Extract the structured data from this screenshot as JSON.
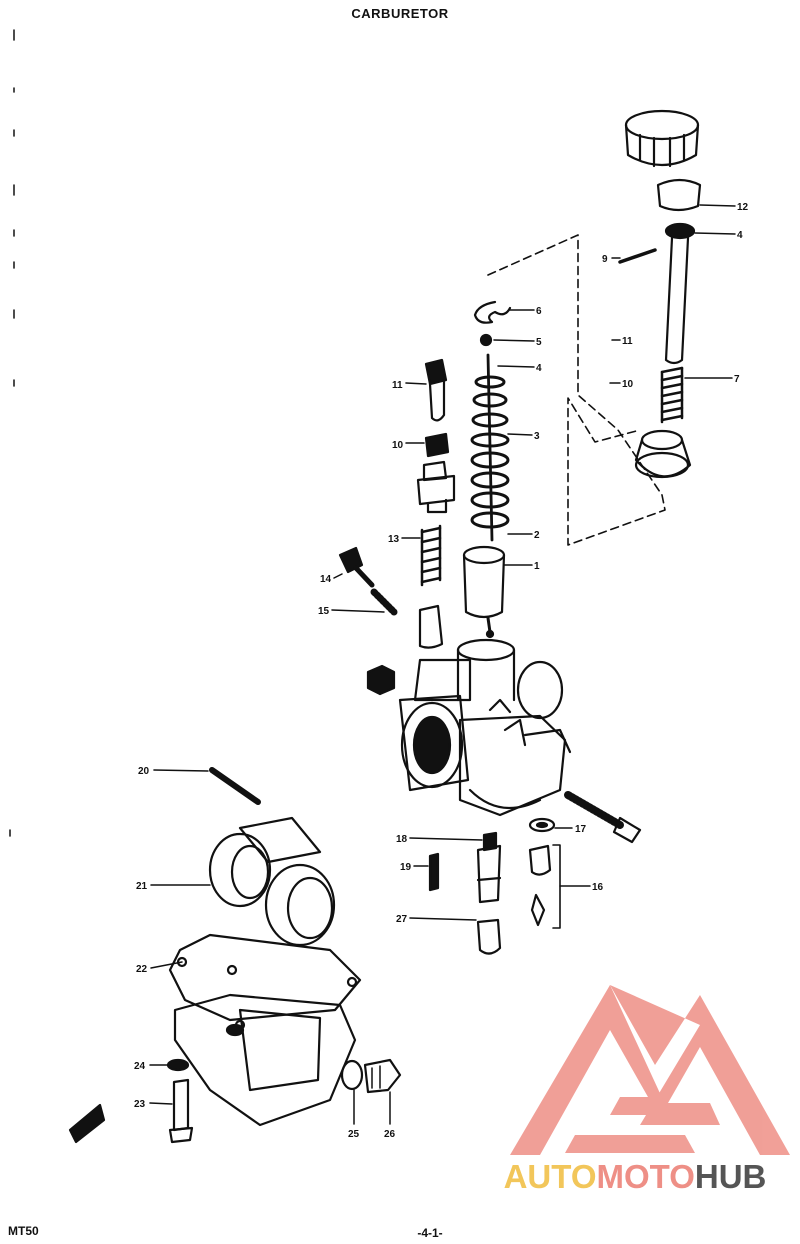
{
  "page": {
    "title": "CARBURETOR",
    "model": "MT50",
    "page_number": "-4-1-"
  },
  "callouts": [
    {
      "id": "c12",
      "label": "12"
    },
    {
      "id": "c4a",
      "label": "4"
    },
    {
      "id": "c9",
      "label": "9"
    },
    {
      "id": "c6",
      "label": "6"
    },
    {
      "id": "c5",
      "label": "5"
    },
    {
      "id": "c4b",
      "label": "4"
    },
    {
      "id": "c11a",
      "label": "11"
    },
    {
      "id": "c10a",
      "label": "10"
    },
    {
      "id": "c7",
      "label": "7"
    },
    {
      "id": "c11b",
      "label": "11"
    },
    {
      "id": "c3",
      "label": "3"
    },
    {
      "id": "c10b",
      "label": "10"
    },
    {
      "id": "c13",
      "label": "13"
    },
    {
      "id": "c2",
      "label": "2"
    },
    {
      "id": "c1",
      "label": "1"
    },
    {
      "id": "c14",
      "label": "14"
    },
    {
      "id": "c15",
      "label": "15"
    },
    {
      "id": "c20",
      "label": "20"
    },
    {
      "id": "c17",
      "label": "17"
    },
    {
      "id": "c18",
      "label": "18"
    },
    {
      "id": "c19",
      "label": "19"
    },
    {
      "id": "c16",
      "label": "16"
    },
    {
      "id": "c21",
      "label": "21"
    },
    {
      "id": "c27",
      "label": "27"
    },
    {
      "id": "c22",
      "label": "22"
    },
    {
      "id": "c24",
      "label": "24"
    },
    {
      "id": "c23",
      "label": "23"
    },
    {
      "id": "c25",
      "label": "25"
    },
    {
      "id": "c26",
      "label": "26"
    }
  ],
  "watermark": {
    "part1": "AUTO",
    "part2": "MOTO",
    "part3": "HUB",
    "colors": {
      "auto": "#f2c65a",
      "moto": "#ee8f86",
      "hub": "#555555",
      "triangle": "#ee8f86"
    }
  }
}
